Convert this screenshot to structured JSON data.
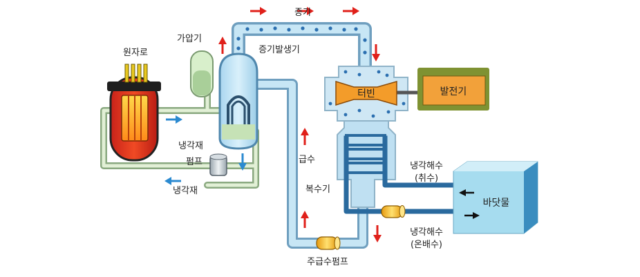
{
  "labels": {
    "reactor": "원자로",
    "pressurizer": "가압기",
    "steam": "증기",
    "steam_generator": "증기발생기",
    "turbine": "터빈",
    "generator": "발전기",
    "coolant_pump_line1": "냉각재",
    "coolant_pump_line2": "펌프",
    "coolant": "냉각재",
    "feedwater": "급수",
    "condenser": "복수기",
    "cooling_intake_line1": "냉각해수",
    "cooling_intake_line2": "(취수)",
    "cooling_outlet_line1": "냉각해수",
    "cooling_outlet_line2": "(온배수)",
    "seawater": "바닷물",
    "main_feed_pump": "주급수펌프"
  },
  "colors": {
    "pipe_outer": "#6f9fbf",
    "pipe_inner": "#c7e6f5",
    "primary_outer": "#8aa980",
    "primary_inner": "#e2f0d6",
    "arrow_red": "#e0201a",
    "arrow_blue": "#2b8ad0",
    "generator_box": "#f2a13a",
    "generator_frame": "#7f9232",
    "sea_box": "#a6dcef"
  }
}
